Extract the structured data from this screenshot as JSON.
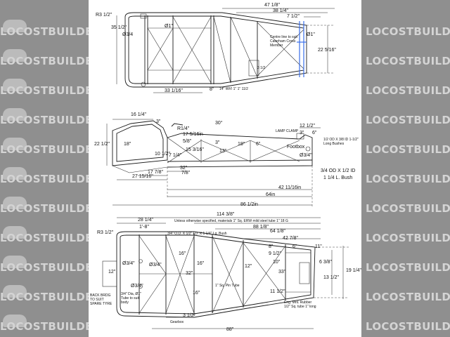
{
  "watermark": {
    "text": "LOCOSTBUILDERS.CO.UK"
  },
  "colors": {
    "background": "#8f8f8f",
    "sheet": "#ffffff",
    "line": "#1a1a1a",
    "accent": "#3a6ee8"
  },
  "top_view": {
    "r_corner": "R3 1/2\"",
    "left_a": "35 1/2\"",
    "left_b": "Ø3/4",
    "tube": "Ø1\"",
    "top_overall": "47 1/8\"",
    "top_a": "38 1/4\"",
    "top_b": "7 1/2\"",
    "right_tube": "Ø1\"",
    "right_width": "22 5/16\"",
    "bottom": "33 1/16\"",
    "bottom_small": "8\"",
    "note_centre": "Centre line to suit Caterham Cross Member",
    "note_bottom": "14\" Wh'l 1\" 1\" 11/2",
    "note_small": "3 1/2"
  },
  "side_view": {
    "w1": "16 1/4\"",
    "w2": "3\"",
    "h1": "22 1/2\"",
    "h2": "18\"",
    "r": "R1/4\"",
    "a1": "17 5/16in",
    "a2": "5/8\"",
    "a3": "15 3/16\"",
    "a4": "10 1/2\"",
    "a5": "7 1/4\"",
    "a6": "13\"",
    "a7": "18\"",
    "a8": "3\"",
    "a9": "6\"",
    "a10": "32\"",
    "a11": "17 7/8\"",
    "a12": "27 15/16\"",
    "a13": "7/8\"",
    "a14": "12 1/2\"",
    "a15": "3\"",
    "a16": "6\"",
    "a17": "30°",
    "foot": "Footbox",
    "tube": "Ø3/4\"",
    "lamp": "LAMP CLAMP",
    "bush1": "1/2 OD X 3/8 ID 1-1/2\" Long Bushes",
    "bush2": "3/4 OD X 1/2 ID",
    "bush3": "1 1/4 L. Bush",
    "d1": "42 11/16in",
    "d2": "64in",
    "d3": "86 1/2in"
  },
  "plan_view": {
    "d1": "114 3/8\"",
    "d2": "88 1/8\"",
    "d3": "64 1/8\"",
    "d4": "42 7/8\"",
    "d5": "28 1/4\"",
    "d6": "1'-8\"",
    "r": "R3 1/2\"",
    "note_top": "Unless otherwise specified, materials 1\" Sq. ERW mild steel tube 1\" 18 G",
    "note_a": "3/4\" O.D. X 1/2\" I.D. X 1 1/4\" Lg. Bush",
    "h1": "16\"",
    "h2": "32\"",
    "h3": "16\"",
    "h4": "12\"",
    "t1": "Ø3/4\"",
    "t2": "Ø3/4\"",
    "t3": "Ø3/4\"",
    "note_left": "BACK BRDG TO SUIT SPARE TYRE",
    "note_left2": "3/4\" Dia, Ø1\" Tube to suit body",
    "n1": "9 1/2\"",
    "n2": "8\"",
    "n3": "6\"",
    "n4": "11\"",
    "n5": "10\"",
    "n6": "33\"",
    "n7": "11 1/2\"",
    "n8": "6 3/8\"",
    "n9": "13 1/2\"",
    "n10": "19 1/4\"",
    "n11": "3 1/2\"",
    "n12": "88\"",
    "n13": "12\"",
    "n14": "16\"",
    "eng": "Eng. Mnt. Rubber 1/2\" Sq. tube 1\" long",
    "gearbox": "Gearbox",
    "pin": "1\" Sq. Pin Tube"
  }
}
